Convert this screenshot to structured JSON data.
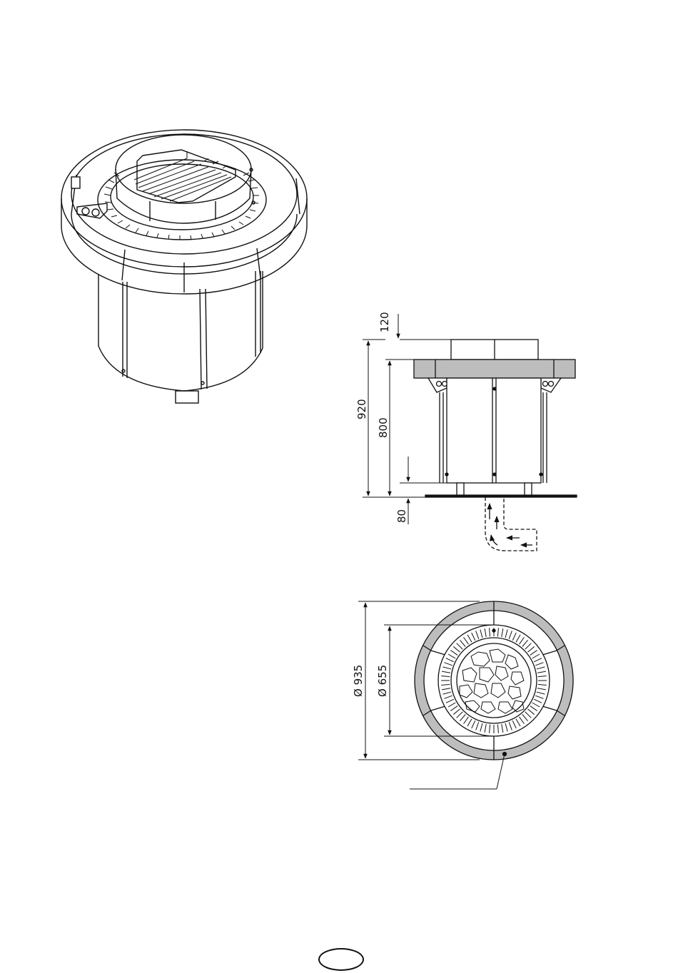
{
  "side_view": {
    "dims": {
      "top_gap": "120",
      "total_height": "920",
      "body_height": "800",
      "floor_gap": "80"
    }
  },
  "top_view": {
    "dims": {
      "outer_diameter": "Ø 935",
      "inner_diameter": "Ø 655"
    }
  },
  "colors": {
    "line": "#111111",
    "fill_gray": "#bdbdbd",
    "background": "#ffffff"
  }
}
